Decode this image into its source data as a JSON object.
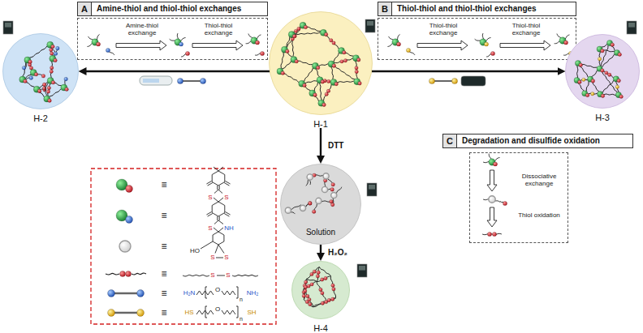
{
  "diagram": {
    "nodes": [
      {
        "text": [
          "A",
          "Amine-thiol and thiol-thiol exchanges"
        ]
      },
      {
        "text": [
          "Amine-thiol exchange",
          "Thiol-thiol exchange"
        ]
      },
      {
        "text": [
          "B",
          "Thiol-thiol and thiol-thiol exchanges"
        ]
      },
      {
        "text": [
          "Thiol-thiol exchange",
          "Thiol-thiol exchange"
        ]
      },
      {
        "text": [
          "H-2"
        ]
      },
      {
        "text": [
          "H-1"
        ]
      },
      {
        "text": [
          "H-3"
        ]
      },
      {
        "text": [
          "C",
          "Degradation and disulfide oxidation"
        ]
      },
      {
        "text": [
          "Dissociative exchange",
          "Thiol oxidation"
        ]
      },
      {
        "text": [
          "Solution"
        ]
      },
      {
        "text": [
          "H-4"
        ]
      }
    ],
    "edges": [
      {
        "from": 5,
        "to": 4,
        "arrow": "to"
      },
      {
        "from": 5,
        "to": 6,
        "arrow": "to"
      },
      {
        "from": 5,
        "to": 9,
        "label": "DTT",
        "arrow": "to"
      },
      {
        "from": 9,
        "to": 10,
        "label": "H₂O₂",
        "arrow": "to"
      }
    ],
    "labels": [
      "S",
      "S",
      "S",
      "NH",
      "S",
      "S",
      "HO",
      "S",
      "S",
      "H₂N",
      "O",
      "NH₂",
      "n",
      "HS",
      "O",
      "SH",
      "n",
      "≡",
      "≡",
      "≡",
      "≡",
      "≡",
      "≡"
    ]
  }
}
